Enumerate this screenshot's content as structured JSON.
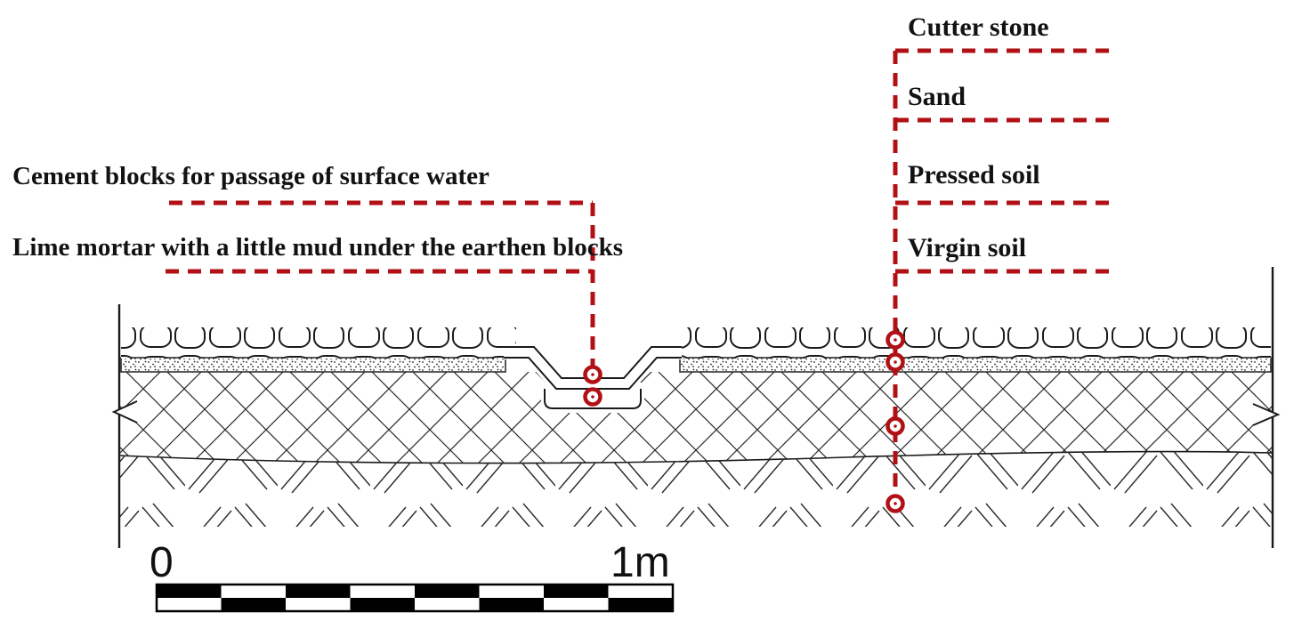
{
  "diagram": {
    "type": "archaeological-pavement-cross-section",
    "labels": {
      "cutter_stone": "Cutter stone",
      "sand": "Sand",
      "pressed_soil": "Pressed soil",
      "virgin_soil": "Virgin soil",
      "cement_blocks": "Cement blocks for passage of surface water",
      "lime_mortar": "Lime mortar with a little mud under the earthen blocks"
    },
    "scale_bar": {
      "start_label": "0",
      "end_label": "1m"
    },
    "colors": {
      "leader_red": "#b11116",
      "line_ink": "#1a1a1a",
      "background": "#ffffff"
    }
  }
}
